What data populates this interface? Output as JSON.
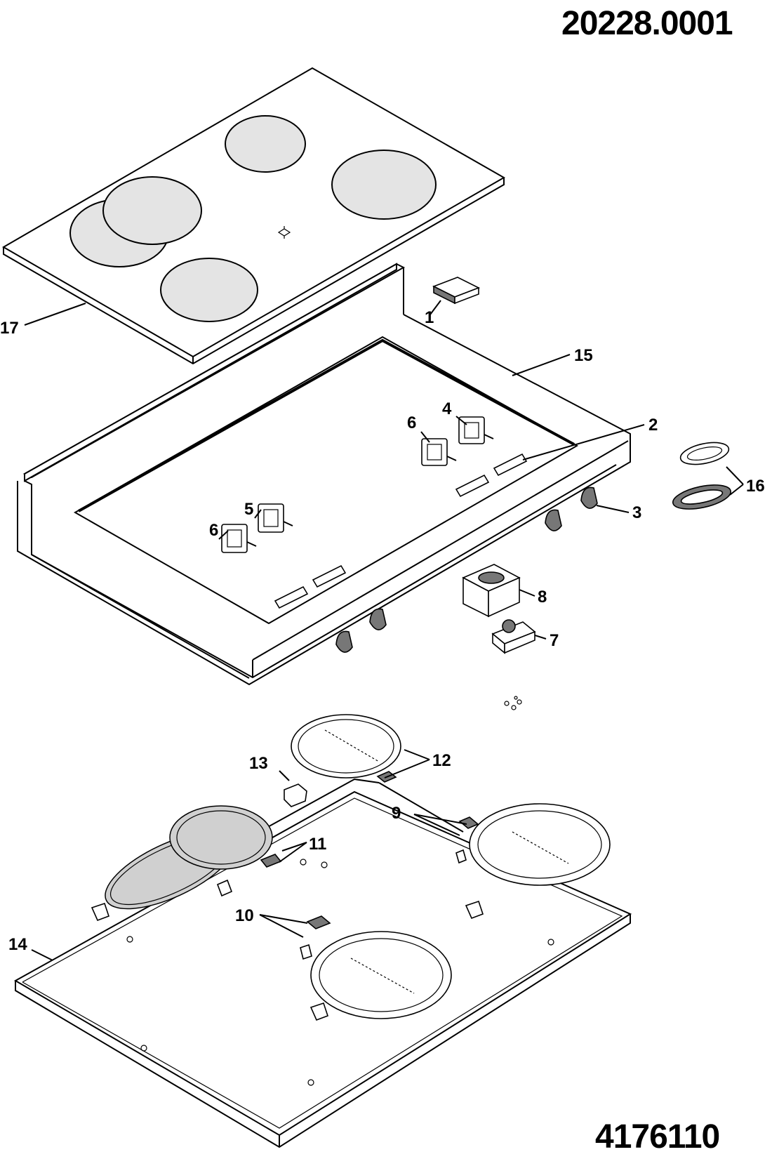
{
  "document": {
    "top_number": "20228.0001",
    "bottom_number": "4176110"
  },
  "callouts": [
    {
      "id": "1",
      "text": "1"
    },
    {
      "id": "2",
      "text": "2"
    },
    {
      "id": "3",
      "text": "3"
    },
    {
      "id": "4",
      "text": "4"
    },
    {
      "id": "5",
      "text": "5"
    },
    {
      "id": "6a",
      "text": "6"
    },
    {
      "id": "6b",
      "text": "6"
    },
    {
      "id": "7",
      "text": "7"
    },
    {
      "id": "8",
      "text": "8"
    },
    {
      "id": "9",
      "text": "9"
    },
    {
      "id": "10",
      "text": "10"
    },
    {
      "id": "11",
      "text": "11"
    },
    {
      "id": "12",
      "text": "12"
    },
    {
      "id": "13",
      "text": "13"
    },
    {
      "id": "14",
      "text": "14"
    },
    {
      "id": "15",
      "text": "15"
    },
    {
      "id": "16",
      "text": "16"
    },
    {
      "id": "17",
      "text": "17"
    }
  ],
  "colors": {
    "line": "#000000",
    "background": "#ffffff",
    "cooking_zone_fill": "#e4e4e4"
  }
}
